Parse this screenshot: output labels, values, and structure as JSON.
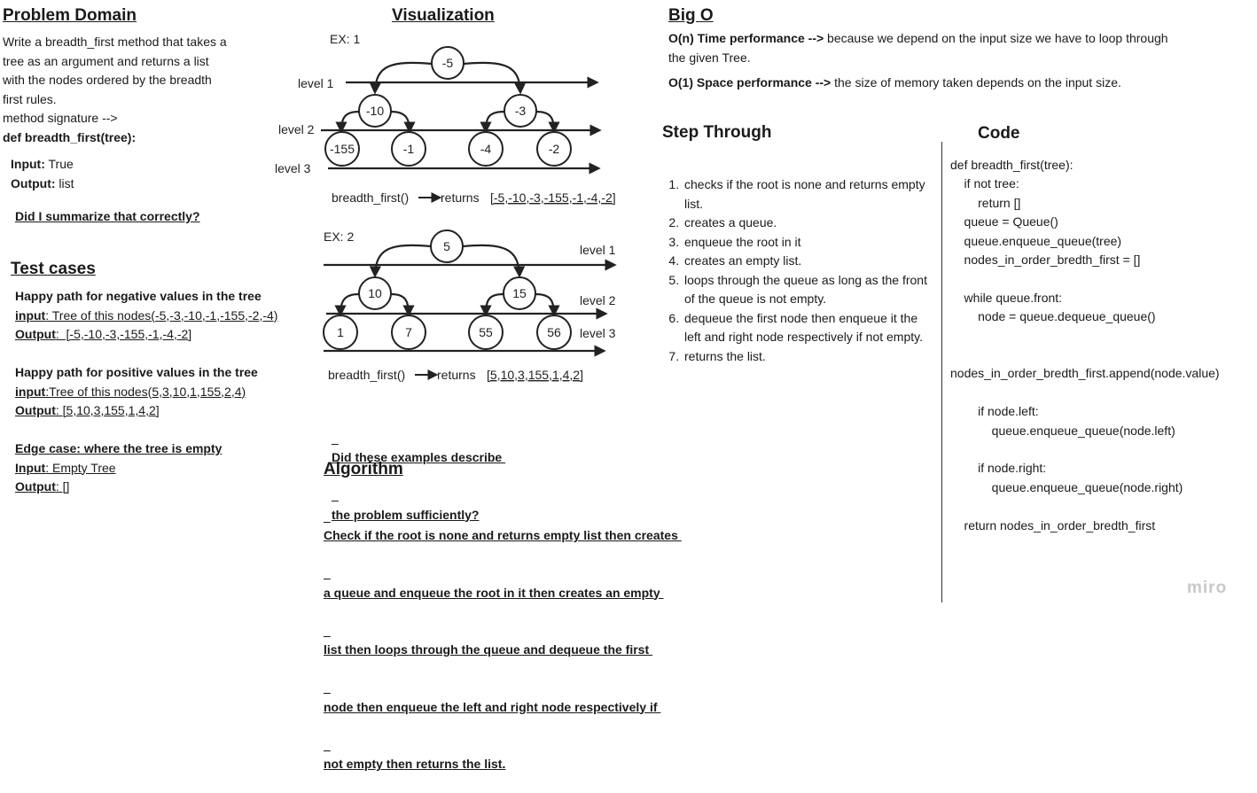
{
  "problem_domain": {
    "title": "Problem Domain",
    "description": [
      "Write a breadth_first method that takes a",
      "tree as an argument and returns a list",
      "with the nodes ordered by the breadth",
      "first rules."
    ],
    "signature_label": "method signature -->",
    "signature": "def breadth_first(tree):",
    "input_label": "Input:",
    "input_value": "True",
    "output_label": "Output:",
    "output_value": "list",
    "question": "Did I summarize that correctly?"
  },
  "test_cases": {
    "title": "Test cases",
    "cases": [
      {
        "title": "Happy path for negative values in the tree",
        "in_label": "input",
        "in_value": ": Tree of this nodes(-5,-3,-10,-1,-155,-2,-4)",
        "out_label": "Output",
        "out_value": ":  [-5,-10,-3,-155,-1,-4,-2]"
      },
      {
        "title": "Happy path for positive values in the tree",
        "in_label": "input",
        "in_value": ":Tree of this nodes(5,3,10,1,155,2,4)",
        "out_label": "Output",
        "out_value": ": [5,10,3,155,1,4,2]"
      },
      {
        "title": "Edge case: where the tree is empty",
        "in_label": "Input",
        "in_value": ": Empty Tree",
        "out_label": "Output",
        "out_value": ": []"
      }
    ]
  },
  "visualization": {
    "title": "Visualization",
    "ex1": {
      "label": "EX: 1",
      "levels": [
        "level 1",
        "level 2",
        "level 3"
      ],
      "nodes": [
        "-5",
        "-10",
        "-3",
        "-155",
        "-1",
        "-4",
        "-2"
      ],
      "call": "breadth_first()",
      "returns": "returns",
      "result": "[-5,-10,-3,-155,-1,-4,-2]"
    },
    "ex2": {
      "label": "EX: 2",
      "levels": [
        "level 1",
        "level 2",
        "level 3"
      ],
      "nodes": [
        "5",
        "10",
        "15",
        "1",
        "7",
        "55",
        "56"
      ],
      "call": "breadth_first()",
      "returns": "returns",
      "result": "[5,10,3,155,1,4,2]"
    },
    "question": [
      "Did these examples describe ",
      "the problem sufficiently?"
    ]
  },
  "algorithm": {
    "title": "Algorithm",
    "lines": [
      "Check if the root is none and returns empty list then creates ",
      "a queue and enqueue the root in it then creates an empty ",
      "list then loops through the queue and dequeue the first ",
      "node then enqueue the left and right node respectively if ",
      "not empty then returns the list."
    ]
  },
  "big_o": {
    "title": "Big O",
    "time_label": "O(n) Time performance -->",
    "time_text": " because we depend on the input size we have to loop through",
    "time_text2": "the given Tree.",
    "space_label": "O(1) Space performance -->",
    "space_text": " the size of memory taken depends on the input size."
  },
  "step_through": {
    "title": "Step Through",
    "steps": [
      "checks if the root is none and returns empty list.",
      "creates a queue.",
      "enqueue the root in it",
      "creates an empty list.",
      "loops through the queue as long as the front of the queue is not empty.",
      "dequeue the first node then enqueue it the left and right node respectively if not empty.",
      "returns the list."
    ]
  },
  "code": {
    "title": "Code",
    "lines": [
      "def breadth_first(tree):",
      "    if not tree:",
      "        return []",
      "    queue = Queue()",
      "    queue.enqueue_queue(tree)",
      "    nodes_in_order_bredth_first = []",
      "",
      "    while queue.front:",
      "        node = queue.dequeue_queue()",
      "",
      "",
      "nodes_in_order_bredth_first.append(node.value)",
      "",
      "        if node.left:",
      "            queue.enqueue_queue(node.left)",
      "",
      "        if node.right:",
      "            queue.enqueue_queue(node.right)",
      "",
      "    return nodes_in_order_bredth_first"
    ]
  },
  "brand": "miro"
}
